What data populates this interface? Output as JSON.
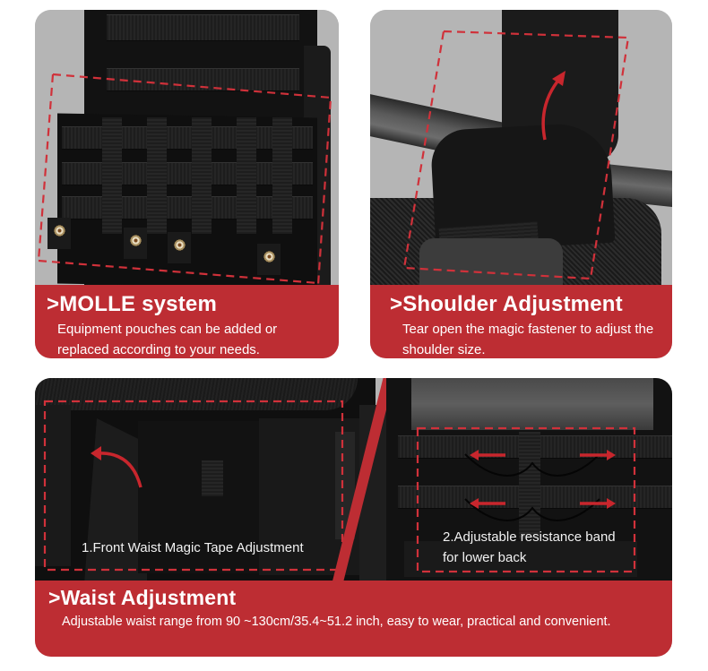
{
  "panels": [
    {
      "id": "molle",
      "title": ">MOLLE system",
      "description": "Equipment pouches can be added or replaced according to your needs."
    },
    {
      "id": "shoulder",
      "title": ">Shoulder Adjustment",
      "description": "Tear open the magic fastener to adjust the shoulder size."
    },
    {
      "id": "waist",
      "title": ">Waist Adjustment",
      "description": "Adjustable waist range from 90 ~130cm/35.4~51.2 inch, easy to wear, practical and convenient.",
      "labels": [
        "1.Front Waist Magic Tape Adjustment",
        "2.Adjustable resistance band",
        "for lower back"
      ]
    }
  ],
  "colors": {
    "accent_red": "#bd2d33",
    "background_gray": "#b4b4b4",
    "fabric_black": "#141414",
    "text_white": "#ffffff"
  },
  "icons": {
    "shoulder_arrow": "curved-up-arrow-icon",
    "waist_arrow": "curved-left-arrow-icon",
    "stretch_arrows": "horizontal-double-arrow-icon"
  }
}
